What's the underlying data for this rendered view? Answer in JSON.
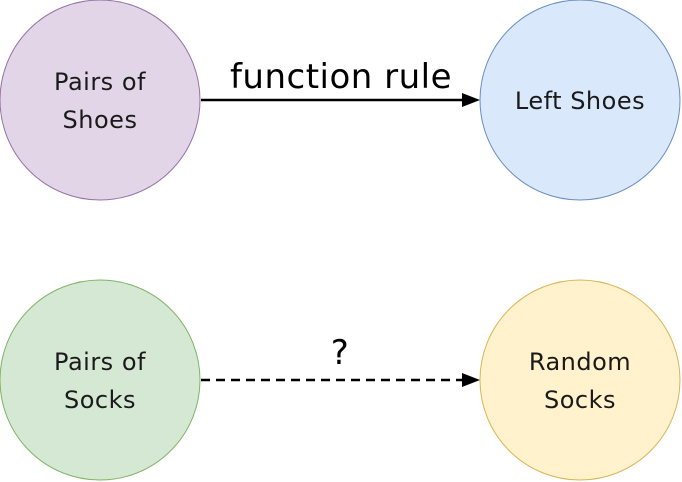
{
  "nodes": {
    "pairs_of_shoes": {
      "lines": [
        "Pairs of",
        "Shoes"
      ],
      "fill": "#e1d5e7",
      "stroke": "#9673a6"
    },
    "left_shoes": {
      "lines": [
        "Left Shoes"
      ],
      "fill": "#dae8fc",
      "stroke": "#6c8ebf"
    },
    "pairs_of_socks": {
      "lines": [
        "Pairs of",
        "Socks"
      ],
      "fill": "#d5e8d4",
      "stroke": "#82b366"
    },
    "random_socks": {
      "lines": [
        "Random",
        "Socks"
      ],
      "fill": "#fff2cc",
      "stroke": "#d6b656"
    }
  },
  "edges": {
    "top": {
      "label": "function rule",
      "style": "solid",
      "color": "#000000"
    },
    "bottom": {
      "label": "?",
      "style": "dashed",
      "color": "#000000"
    }
  }
}
